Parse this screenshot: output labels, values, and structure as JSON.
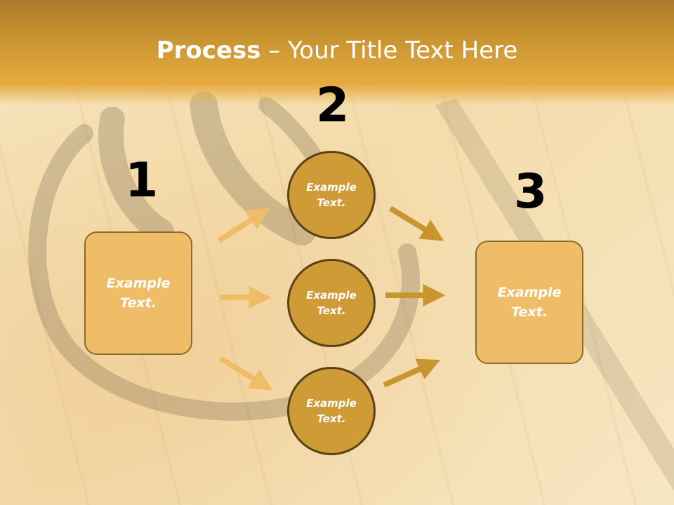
{
  "title": {
    "strong": "Process",
    "rest": " – Your Title Text Here"
  },
  "steps": {
    "one": {
      "number": "1",
      "label": "Example Text."
    },
    "two": {
      "number": "2",
      "circles": [
        {
          "label": "Example Text."
        },
        {
          "label": "Example Text."
        },
        {
          "label": "Example Text."
        }
      ]
    },
    "three": {
      "number": "3",
      "label": "Example Text."
    }
  },
  "colors": {
    "header": "#e5ab3f",
    "box_fill": "#efbd68",
    "circle_fill": "#cf9b37",
    "arrow_light": "#efbd68",
    "arrow_dark": "#c9952f"
  }
}
